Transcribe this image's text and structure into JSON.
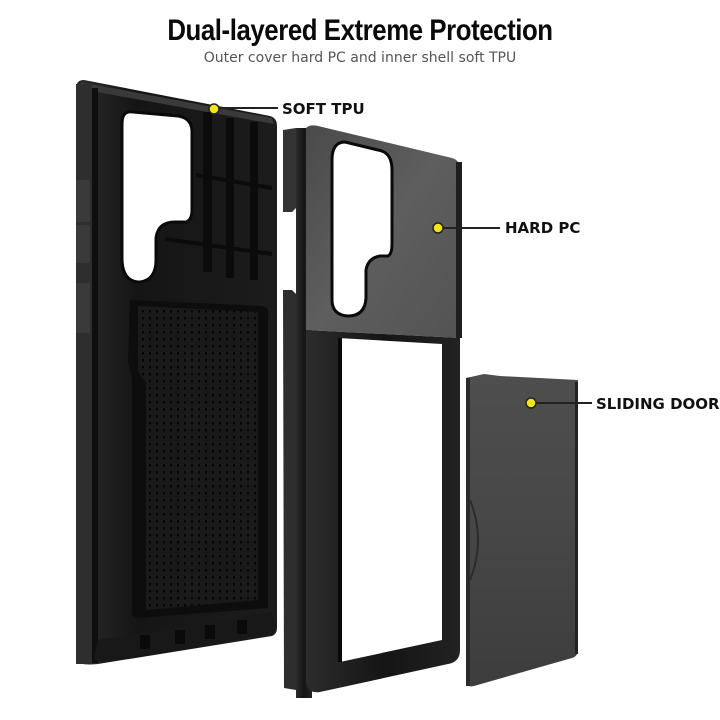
{
  "header": {
    "title": "Dual-layered Extreme Protection",
    "subtitle": "Outer cover hard PC  and inner shell soft TPU"
  },
  "callouts": [
    {
      "id": "soft-tpu",
      "label": "SOFT TPU",
      "dot_color": "#f5e60a"
    },
    {
      "id": "hard-pc",
      "label": "HARD PC",
      "dot_color": "#f5e60a"
    },
    {
      "id": "sliding-door",
      "label": "SLIDING DOOR",
      "dot_color": "#f5e60a"
    }
  ],
  "parts": [
    {
      "name": "inner-tpu-shell",
      "color": "#1a1a1a"
    },
    {
      "name": "outer-pc-frame",
      "color": "#5a5a5a"
    },
    {
      "name": "sliding-door-panel",
      "color": "#4a4a4a"
    }
  ]
}
